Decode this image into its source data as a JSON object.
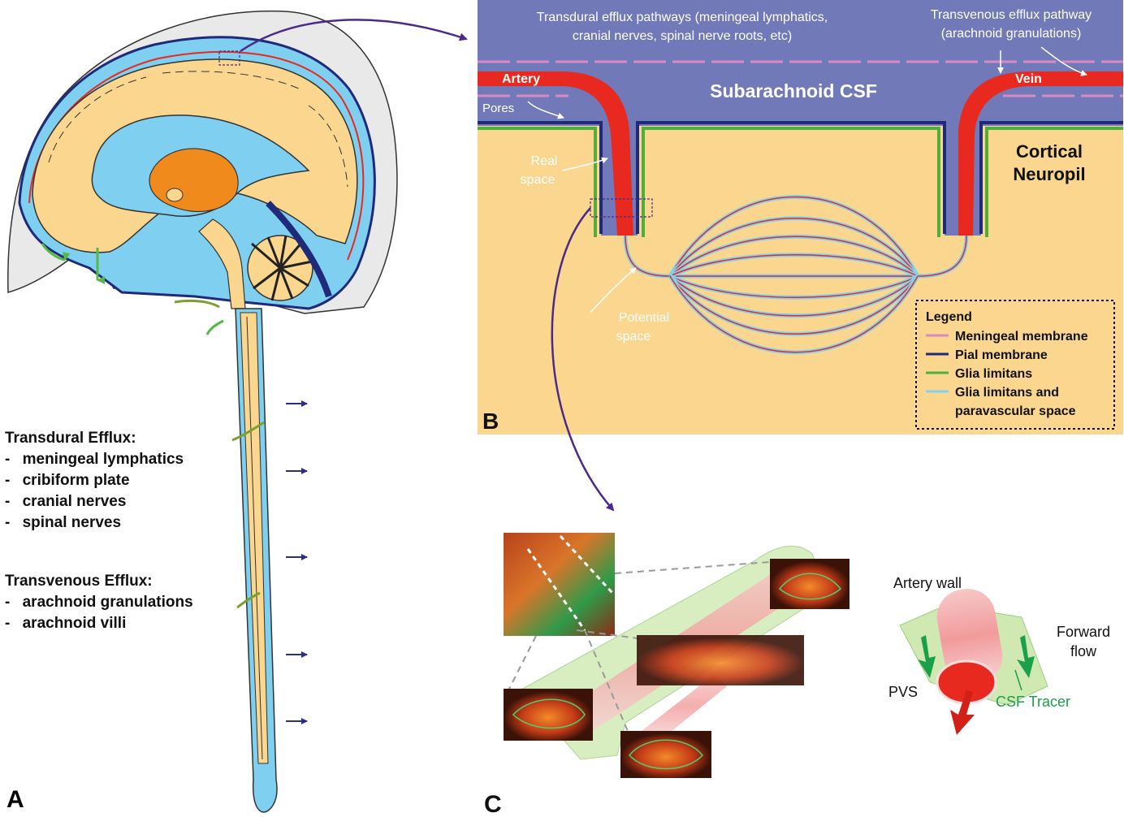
{
  "panel_letters": {
    "a": "A",
    "b": "B",
    "c": "C"
  },
  "panelA": {
    "transdural_heading": "Transdural Efflux:",
    "transdural_items": [
      "meningeal lymphatics",
      "cribiform plate",
      "cranial nerves",
      "spinal nerves"
    ],
    "transvenous_heading": "Transvenous Efflux:",
    "transvenous_items": [
      "arachnoid granulations",
      "arachnoid villi"
    ]
  },
  "panelB": {
    "transdural_title_1": "Transdural efflux pathways (meningeal lymphatics,",
    "transdural_title_2": "cranial nerves, spinal nerve roots, etc)",
    "transvenous_title_1": "Transvenous efflux pathway",
    "transvenous_title_2": "(arachnoid granulations)",
    "artery": "Artery",
    "vein": "Vein",
    "pores": "Pores",
    "subarachnoid": "Subarachnoid CSF",
    "cortical_1": "Cortical",
    "cortical_2": "Neuropil",
    "real_1": "Real",
    "real_2": "space",
    "potential_1": "Potential",
    "potential_2": "space",
    "legend": {
      "title": "Legend",
      "items": [
        {
          "label": "Meningeal membrane",
          "color": "#d78ac4"
        },
        {
          "label": "Pial membrane",
          "color": "#1f2a7a"
        },
        {
          "label": "Glia limitans",
          "color": "#4fae3c"
        },
        {
          "label": "Glia limitans and",
          "color": "#7fd3f1"
        },
        {
          "label": "paravascular space",
          "color": ""
        }
      ]
    }
  },
  "panelC": {
    "artery_wall": "Artery wall",
    "forward_1": "Forward",
    "forward_2": "flow",
    "pvs": "PVS",
    "tracer": "CSF Tracer"
  },
  "colors": {
    "csf_blue": "#7fd0f0",
    "brain_tan": "#fbd68e",
    "subarachnoid": "#7279b8",
    "artery_red": "#e8291f",
    "pial_navy": "#1f2a7a",
    "glia_green": "#4fae3c",
    "meningeal_pink": "#d78ac4",
    "thalamus_orange": "#f08a1c",
    "arrow_purple": "#4b2a8a"
  }
}
